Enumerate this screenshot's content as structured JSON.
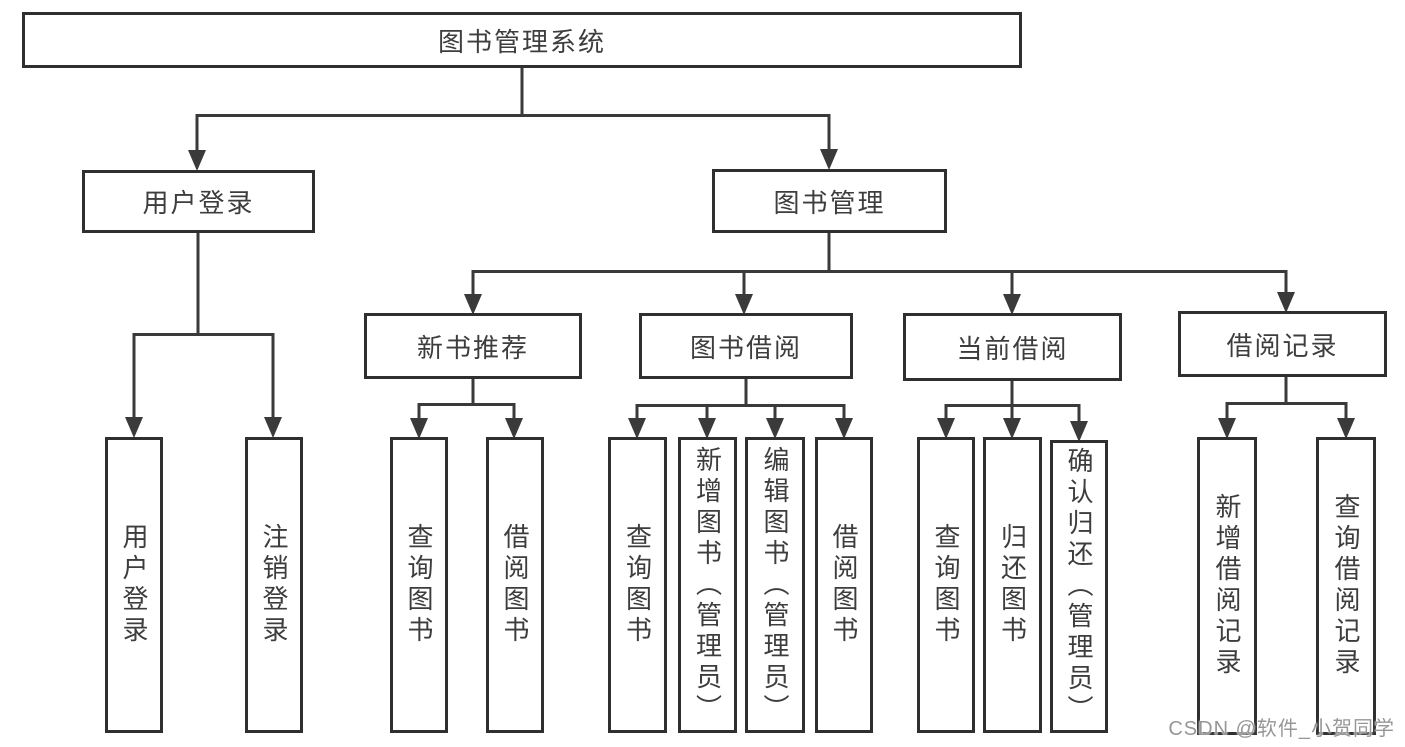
{
  "diagram": {
    "root": {
      "label": "图书管理系统"
    },
    "level2": {
      "user_login": {
        "label": "用户登录"
      },
      "book_mgmt": {
        "label": "图书管理"
      }
    },
    "level3": {
      "new_book_rec": {
        "label": "新书推荐"
      },
      "book_borrow": {
        "label": "图书借阅"
      },
      "current_borrow": {
        "label": "当前借阅"
      },
      "borrow_records": {
        "label": "借阅记录"
      }
    },
    "level4": {
      "user_login_children": [
        "用户登录",
        "注销登录"
      ],
      "new_book_rec_children": [
        "查询图书",
        "借阅图书"
      ],
      "book_borrow_children": [
        "查询图书",
        "新增图书（管理员）",
        "编辑图书（管理员）",
        "借阅图书"
      ],
      "current_borrow_children": [
        "查询图书",
        "归还图书",
        "确认归还（管理员）"
      ],
      "borrow_records_children": [
        "新增借阅记录",
        "查询借阅记录"
      ]
    }
  },
  "watermark": "CSDN @软件_小贺同学",
  "colors": {
    "background": "#ffffff",
    "box_fill": "#ffffff",
    "box_border": "#2f2f2f",
    "line": "#3a3a3a",
    "text": "#3d3d3d",
    "watermark": "#979797"
  }
}
